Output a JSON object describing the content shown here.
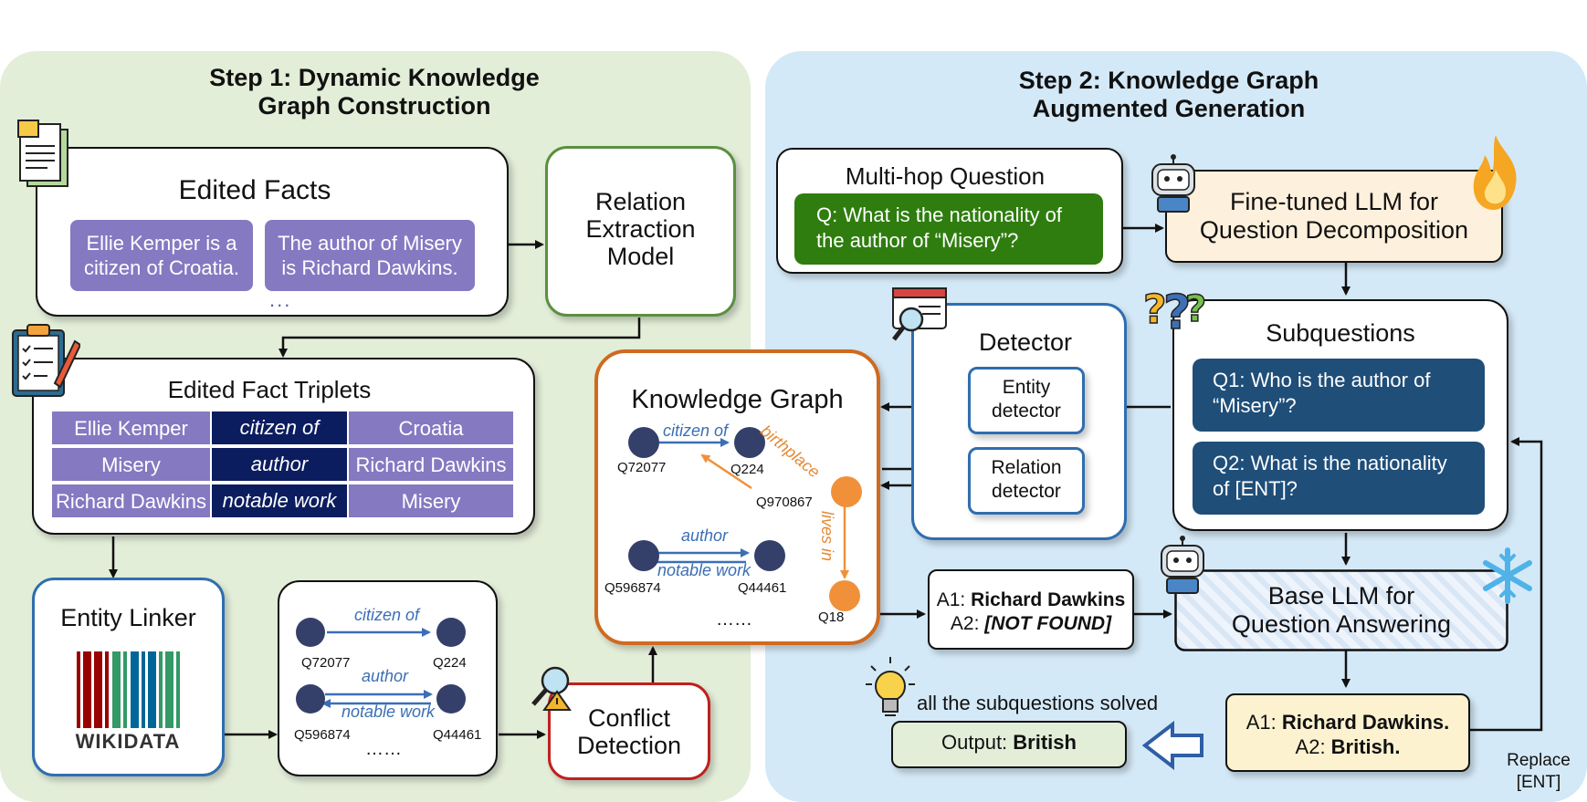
{
  "step1": {
    "title": "Step 1: Dynamic Knowledge\nGraph Construction",
    "edited_facts": {
      "title": "Edited Facts",
      "facts": [
        "Ellie Kemper is a\ncitizen of Croatia.",
        "The author of Misery\nis Richard Dawkins."
      ],
      "more": "..."
    },
    "relation_model": "Relation\nExtraction\nModel",
    "triplets": {
      "title": "Edited Fact Triplets",
      "rows": [
        [
          "Ellie Kemper",
          "citizen of",
          "Croatia"
        ],
        [
          "Misery",
          "author",
          "Richard Dawkins"
        ],
        [
          "Richard Dawkins",
          "notable work",
          "Misery"
        ]
      ]
    },
    "entity_linker": {
      "title": "Entity Linker",
      "logo": "WIKIDATA"
    },
    "mini_graph": {
      "nodes": [
        "Q72077",
        "Q224",
        "Q596874",
        "Q44461"
      ],
      "relations": [
        "citizen of",
        "author",
        "notable work"
      ],
      "more": "……"
    },
    "conflict": "Conflict\nDetection"
  },
  "knowledge_graph": {
    "title": "Knowledge Graph",
    "nodes": [
      "Q72077",
      "Q224",
      "Q970867",
      "Q596874",
      "Q44461",
      "Q18"
    ],
    "relations": [
      "citizen of",
      "birthplace",
      "lives in",
      "author",
      "notable work"
    ],
    "more": "……"
  },
  "step2": {
    "title": "Step 2: Knowledge Graph\nAugmented Generation",
    "multihop": {
      "title": "Multi-hop Question",
      "question": "Q: What is the nationality of\nthe author of “Misery”?"
    },
    "finetuned": "Fine-tuned LLM for\nQuestion Decomposition",
    "detector": {
      "title": "Detector",
      "entity": "Entity\ndetector",
      "relation": "Relation\ndetector"
    },
    "subquestions": {
      "title": "Subquestions",
      "q1": "Q1: Who is the author of\n“Misery”?",
      "q2": "Q2: What is the nationality\nof [ENT]?"
    },
    "retrieved": {
      "a1_label": "A1: ",
      "a1_value": "Richard Dawkins",
      "a2_label": "A2: ",
      "a2_value": "[NOT FOUND]"
    },
    "base_llm": "Base LLM for\nQuestion Answering",
    "solved": "all the subquestions solved",
    "output": {
      "label": "Output: ",
      "value": "British"
    },
    "final": {
      "a1_label": "A1: ",
      "a1_value": "Richard Dawkins.",
      "a2_label": "A2: ",
      "a2_value": "British."
    },
    "replace": "Replace\n[ENT]"
  },
  "colors": {
    "step1_bg": "#e3eed9",
    "step2_bg": "#d4e9f7",
    "fact_purple": "#8579c2",
    "relation_navy": "#0c1d5f",
    "question_green": "#2e7d0e",
    "subq_blue": "#1f4e79",
    "node_navy": "#34406a",
    "node_orange": "#f0913a",
    "kg_border": "#cf6a1f",
    "linker_border": "#2e6eb0",
    "conflict_border": "#c0201e",
    "relation_model_border": "#5a9040",
    "finetuned_fill": "#fdf0dc",
    "answer_fill": "#fdf2d0",
    "output_fill": "#e3eed9"
  },
  "icons": [
    "document-icon",
    "clipboard-icon",
    "search-warning-icon",
    "robot-icon",
    "fire-icon",
    "snowflake-icon",
    "question-marks-icon",
    "browser-search-icon",
    "lightbulb-icon",
    "hollow-arrow-icon"
  ]
}
